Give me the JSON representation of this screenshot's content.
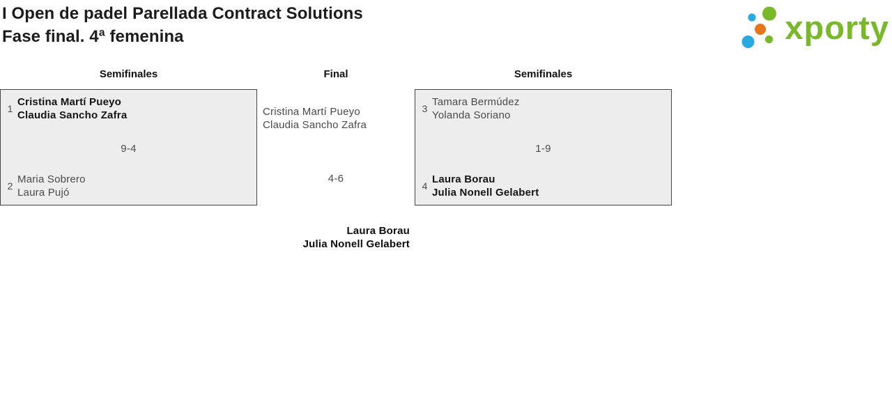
{
  "header": {
    "title_line1": "I Open de padel Parellada Contract Solutions",
    "title_line2": "Fase final. 4ª femenina"
  },
  "logo": {
    "text": "xporty",
    "green": "#79b829",
    "blue": "#2aa9e0",
    "orange": "#e87519"
  },
  "bracket": {
    "columns": [
      {
        "label": "Semifinales"
      },
      {
        "label": "Final"
      },
      {
        "label": "Semifinales"
      }
    ],
    "semifinal_left": {
      "team1": {
        "seed": "1",
        "player1": "Cristina Martí Pueyo",
        "player2": "Claudia Sancho Zafra"
      },
      "score": "9-4",
      "team2": {
        "seed": "2",
        "player1": "Maria Sobrero",
        "player2": "Laura Pujó"
      }
    },
    "final": {
      "finalist_player1": "Cristina Martí Pueyo",
      "finalist_player2": "Claudia Sancho Zafra",
      "score": "4-6",
      "winner_player1": "Laura Borau",
      "winner_player2": "Julia Nonell Gelabert"
    },
    "semifinal_right": {
      "team1": {
        "seed": "3",
        "player1": "Tamara Bermúdez",
        "player2": "Yolanda Soriano"
      },
      "score": "1-9",
      "team2": {
        "seed": "4",
        "player1": "Laura Borau",
        "player2": "Julia Nonell Gelabert"
      }
    }
  }
}
